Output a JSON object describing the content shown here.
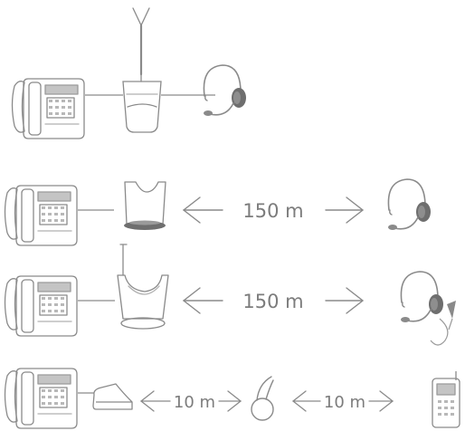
{
  "rows": [
    {
      "devices": [
        "desk-phone",
        "corded-amplifier",
        "headset"
      ],
      "distance_label": ""
    },
    {
      "devices": [
        "desk-phone",
        "wireless-base",
        "headset"
      ],
      "distance_label": "150 m"
    },
    {
      "devices": [
        "desk-phone",
        "wireless-base-with-lifter",
        "headset-with-cable"
      ],
      "distance_label": "150 m"
    },
    {
      "devices": [
        "desk-phone",
        "bluetooth-adapter",
        "earpiece",
        "mobile-phone"
      ],
      "distance_label_1": "10 m",
      "distance_label_2": "10 m"
    }
  ],
  "colors": {
    "line": "#8a8a8a",
    "screen": "#c4c4c4",
    "headset_pad": "#6e6e6e",
    "text": "#7c7c7c"
  }
}
